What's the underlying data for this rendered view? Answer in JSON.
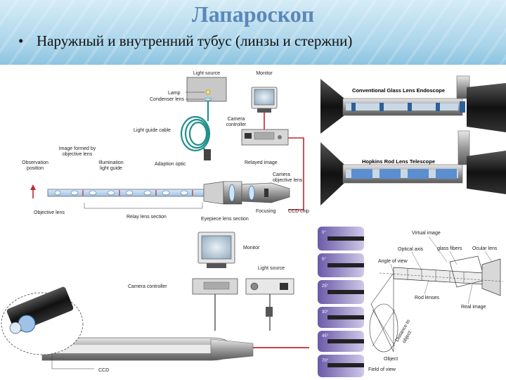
{
  "slide": {
    "title": "Лапароскоп",
    "bullet_marker": "•",
    "bullet_text": "Наружный и внутренний тубус (линзы и стержни)"
  },
  "diagram_top_left": {
    "light_source": "Light source",
    "monitor": "Monitor",
    "lamp": "Lamp",
    "condenser_lens": "Condenser lens",
    "camera_controller_1": "Camera",
    "camera_controller_2": "controller",
    "light_guide_cable": "Light guide cable",
    "image_formed_1": "Image formed by",
    "image_formed_2": "objective lens",
    "illumination_1": "Illumination",
    "illumination_2": "light guide",
    "adaption_optic": "Adaption optic",
    "relayed_image": "Relayed image",
    "camera_objective_1": "Camera",
    "camera_objective_2": "objective lens",
    "observation_1": "Observation",
    "observation_2": "position",
    "objective_lens": "Objective lens",
    "relay_lens_section": "Relay lens section",
    "eyepiece_lens_section": "Eyepiece lens section",
    "focusing": "Focusing",
    "ccd_chip": "CCD chip"
  },
  "diagram_top_right": {
    "conventional": "Conventional Glass Lens Endoscope",
    "hopkins": "Hopkins Rod Lens Telescope"
  },
  "diagram_bottom_left": {
    "monitor": "Monitor",
    "light_source": "Light source",
    "camera_controller": "Camera controller",
    "ccd": "CCD"
  },
  "angles": [
    "0°",
    "5°",
    "25°",
    "30°",
    "45°",
    "70°"
  ],
  "diagram_bottom_right": {
    "virtual_image": "Virtual image",
    "optical_axis": "Optical axis",
    "glass_fibers": "glass fibers",
    "ocular_lens": "Ocular lens",
    "angle_of_view": "Angle of view",
    "rod_lenses": "Rod lenses",
    "real_image": "Real image",
    "distance_1": "Distance to",
    "distance_2": "object",
    "object": "Object",
    "field_of_view": "Field of view"
  },
  "colors": {
    "title": "#5b87b8",
    "header_band": "#a9d4ea",
    "cable_red": "#c0282d",
    "cable_teal": "#1f8f8a",
    "scope_blue": "#2d5f9a"
  }
}
